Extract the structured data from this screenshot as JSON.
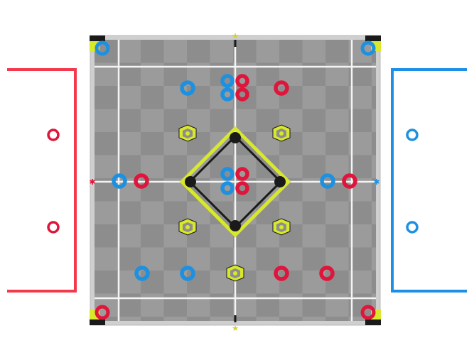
{
  "colors": {
    "red_alliance": "#f23a4c",
    "blue_alliance": "#1e8fe6",
    "ring_red": "#e0153b",
    "ring_blue": "#1e90e0",
    "mobile_goal": "#d8e82a",
    "field_tile_light": "#9b9b9b",
    "field_tile_dark": "#8a8a8a",
    "field_wall": "#d2d2d2",
    "tape_white": "#f4f4f4",
    "ladder_black": "#1a1a1a"
  },
  "field": {
    "red_side_label": "",
    "blue_side_label": ""
  },
  "game_elements": {
    "red_zone_rings": [
      "ring_red",
      "ring_red"
    ],
    "blue_zone_rings": [
      "ring_blue",
      "ring_blue"
    ],
    "mobile_goal_count": 5,
    "corner_count": 4,
    "ladder": "ladder-center"
  }
}
